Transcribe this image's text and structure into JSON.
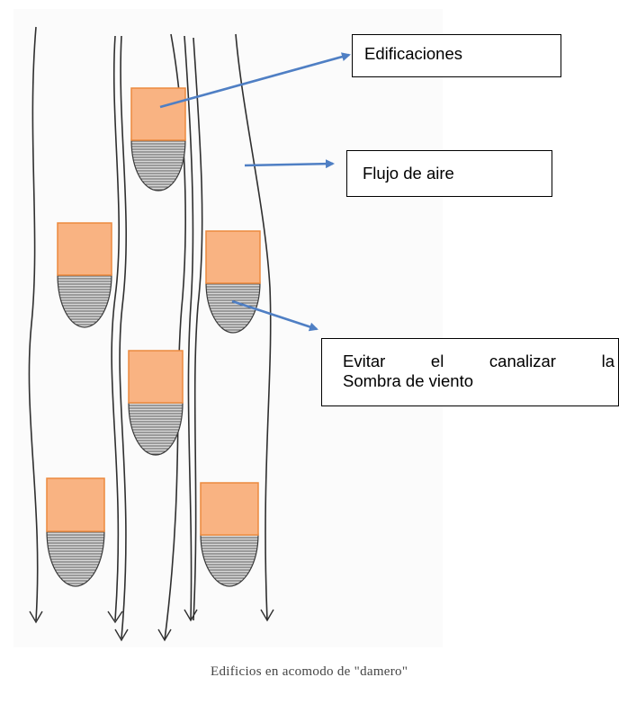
{
  "callouts": {
    "edificaciones": "Edificaciones",
    "flujo": "Flujo de aire",
    "evitar_words": [
      "Evitar",
      "el",
      "canalizar",
      "la"
    ],
    "evitar_line2": "Sombra de viento"
  },
  "caption": "Edificios en acomodo de \"damero\"",
  "colors": {
    "building_fill": "#f9b382",
    "building_stroke": "#ec8a3e",
    "arrow": "#4f7fc4",
    "shadow": "#8a8a8a",
    "flow_line": "#2f2f2f"
  }
}
